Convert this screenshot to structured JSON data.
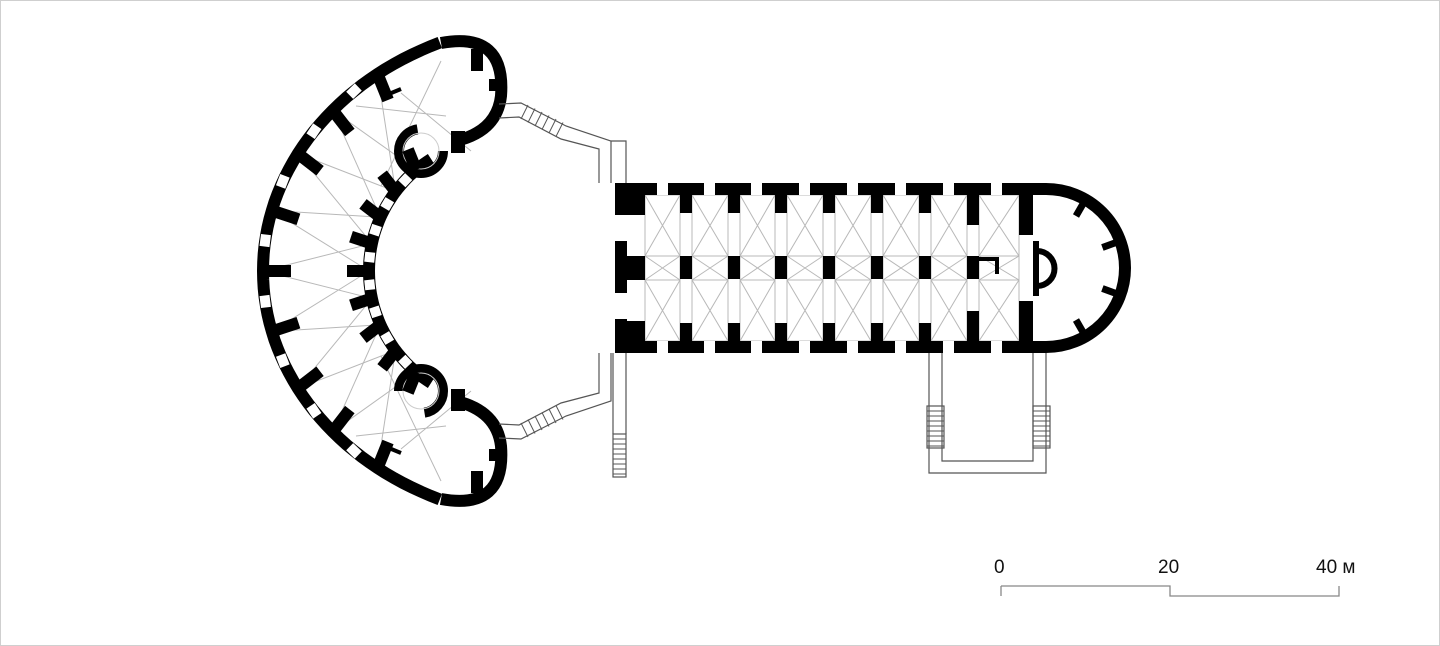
{
  "scale_bar": {
    "labels": [
      "0",
      "20",
      "40 м"
    ],
    "values_m": [
      0,
      20,
      40
    ]
  },
  "colors": {
    "wall": "#000000",
    "vault_lines": "#b8b8b8",
    "outline": "#555555",
    "background": "#ffffff"
  }
}
